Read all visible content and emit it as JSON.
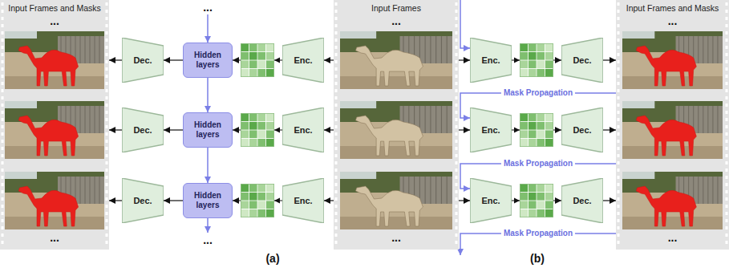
{
  "diagram": {
    "nodes": [
      {
        "text": [
          "Input Frames and Masks",
          "...",
          "..."
        ]
      },
      {
        "text": [
          "Dec."
        ]
      },
      {
        "text": [
          "Dec."
        ]
      },
      {
        "text": [
          "Dec."
        ]
      },
      {
        "text": [
          "Hidden layers"
        ]
      },
      {
        "text": [
          "Hidden layers"
        ]
      },
      {
        "text": [
          "Hidden layers"
        ]
      },
      {
        "text": [
          "Enc."
        ]
      },
      {
        "text": [
          "Enc."
        ]
      },
      {
        "text": [
          "Enc."
        ]
      },
      {
        "text": [
          "Input Frames",
          "...",
          "..."
        ]
      },
      {
        "text": [
          "Enc."
        ]
      },
      {
        "text": [
          "Enc."
        ]
      },
      {
        "text": [
          "Enc."
        ]
      },
      {
        "text": [
          "Dec."
        ]
      },
      {
        "text": [
          "Dec."
        ]
      },
      {
        "text": [
          "Dec."
        ]
      },
      {
        "text": [
          "Input Frames and Masks",
          "...",
          "..."
        ]
      }
    ],
    "edges": [
      {
        "from": 10,
        "to": 7,
        "arrow": "to"
      },
      {
        "from": 10,
        "to": 8,
        "arrow": "to"
      },
      {
        "from": 10,
        "to": 9,
        "arrow": "to"
      },
      {
        "from": 7,
        "to": 4,
        "arrow": "to"
      },
      {
        "from": 8,
        "to": 5,
        "arrow": "to"
      },
      {
        "from": 9,
        "to": 6,
        "arrow": "to"
      },
      {
        "from": 4,
        "to": 1,
        "arrow": "to"
      },
      {
        "from": 5,
        "to": 2,
        "arrow": "to"
      },
      {
        "from": 6,
        "to": 3,
        "arrow": "to"
      },
      {
        "from": 1,
        "to": 0,
        "arrow": "to"
      },
      {
        "from": 2,
        "to": 0,
        "arrow": "to"
      },
      {
        "from": 3,
        "to": 0,
        "arrow": "to"
      },
      {
        "from": 4,
        "to": 5,
        "arrow": "to"
      },
      {
        "from": 5,
        "to": 6,
        "arrow": "to"
      },
      {
        "from": 10,
        "to": 11,
        "arrow": "to"
      },
      {
        "from": 10,
        "to": 12,
        "arrow": "to"
      },
      {
        "from": 10,
        "to": 13,
        "arrow": "to"
      },
      {
        "from": 11,
        "to": 14,
        "arrow": "to"
      },
      {
        "from": 12,
        "to": 15,
        "arrow": "to"
      },
      {
        "from": 13,
        "to": 16,
        "arrow": "to"
      },
      {
        "from": 14,
        "to": 17,
        "arrow": "to"
      },
      {
        "from": 15,
        "to": 17,
        "arrow": "to"
      },
      {
        "from": 16,
        "to": 17,
        "arrow": "to"
      },
      {
        "from": 17,
        "to": 12,
        "label": "Mask Propagation",
        "arrow": "to"
      },
      {
        "from": 17,
        "to": 13,
        "label": "Mask Propagation",
        "arrow": "to"
      }
    ],
    "labels": [
      "...",
      "...",
      "Mask Propagation",
      "(a)",
      "(b)"
    ]
  }
}
